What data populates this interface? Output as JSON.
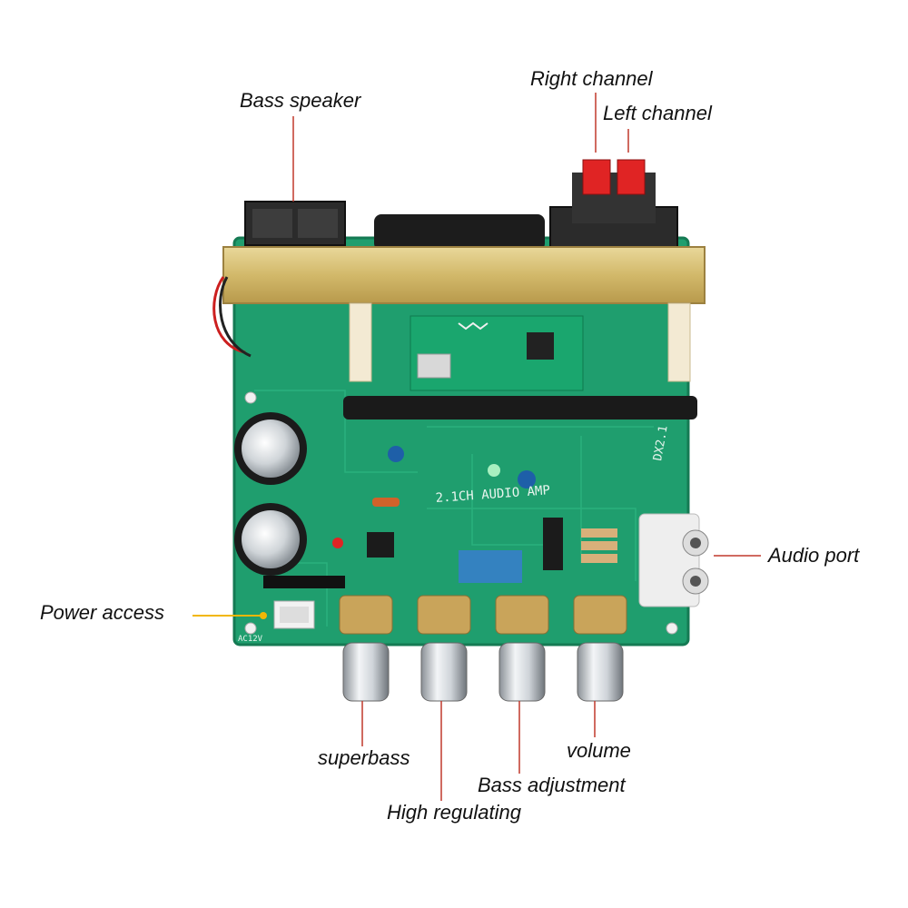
{
  "labels": {
    "bass_speaker": "Bass speaker",
    "right_channel": "Right channel",
    "left_channel": "Left channel",
    "audio_port": "Audio port",
    "power_access": "Power access",
    "superbass": "superbass",
    "high_regulating": "High regulating",
    "bass_adjustment": "Bass adjustment",
    "volume": "volume"
  },
  "board": {
    "silkscreen_title": "2.1CH AUDIO AMP",
    "silkscreen_model": "DX2.1",
    "silkscreen_power": "AC12V"
  },
  "colors": {
    "pcb": "#1f9e6e",
    "heatsink": "#d9c27a",
    "leader_red": "#c0392b",
    "leader_yellow": "#f2b705",
    "connector_red": "#e02424",
    "knob_silver": "#c9ced3",
    "pot_gold": "#c9a45a"
  }
}
